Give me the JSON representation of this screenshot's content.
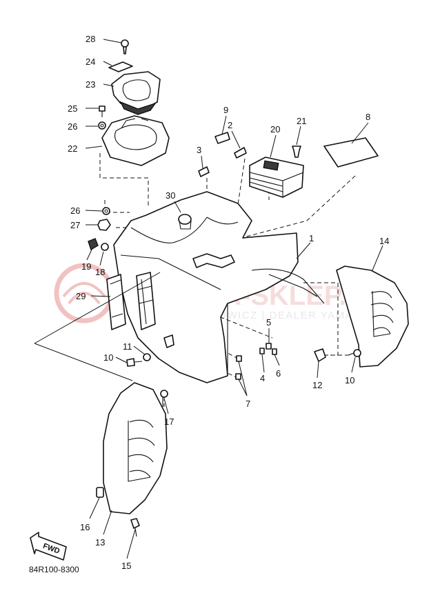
{
  "diagram": {
    "code": "84R100-8300",
    "fwd_label": "FWD",
    "watermark": {
      "brand": "YAMAHA-SKLEP.PL",
      "tagline": "CIECHOWICZ | DEALER YAMAHA",
      "color": "#d9534f"
    },
    "callouts": [
      {
        "id": "c28",
        "text": "28"
      },
      {
        "id": "c24",
        "text": "24"
      },
      {
        "id": "c23",
        "text": "23"
      },
      {
        "id": "c25",
        "text": "25"
      },
      {
        "id": "c26a",
        "text": "26"
      },
      {
        "id": "c22",
        "text": "22"
      },
      {
        "id": "c9",
        "text": "9"
      },
      {
        "id": "c2",
        "text": "2"
      },
      {
        "id": "c20",
        "text": "20"
      },
      {
        "id": "c21",
        "text": "21"
      },
      {
        "id": "c8",
        "text": "8"
      },
      {
        "id": "c3",
        "text": "3"
      },
      {
        "id": "c30",
        "text": "30"
      },
      {
        "id": "c26b",
        "text": "26"
      },
      {
        "id": "c27",
        "text": "27"
      },
      {
        "id": "c1",
        "text": "1"
      },
      {
        "id": "c14",
        "text": "14"
      },
      {
        "id": "c19",
        "text": "19"
      },
      {
        "id": "c18",
        "text": "18"
      },
      {
        "id": "c29",
        "text": "29"
      },
      {
        "id": "c5",
        "text": "5"
      },
      {
        "id": "c11",
        "text": "11"
      },
      {
        "id": "c10a",
        "text": "10"
      },
      {
        "id": "c4",
        "text": "4"
      },
      {
        "id": "c6",
        "text": "6"
      },
      {
        "id": "c12",
        "text": "12"
      },
      {
        "id": "c10b",
        "text": "10"
      },
      {
        "id": "c7",
        "text": "7"
      },
      {
        "id": "c17",
        "text": "17"
      },
      {
        "id": "c16",
        "text": "16"
      },
      {
        "id": "c13",
        "text": "13"
      },
      {
        "id": "c15",
        "text": "15"
      }
    ]
  }
}
